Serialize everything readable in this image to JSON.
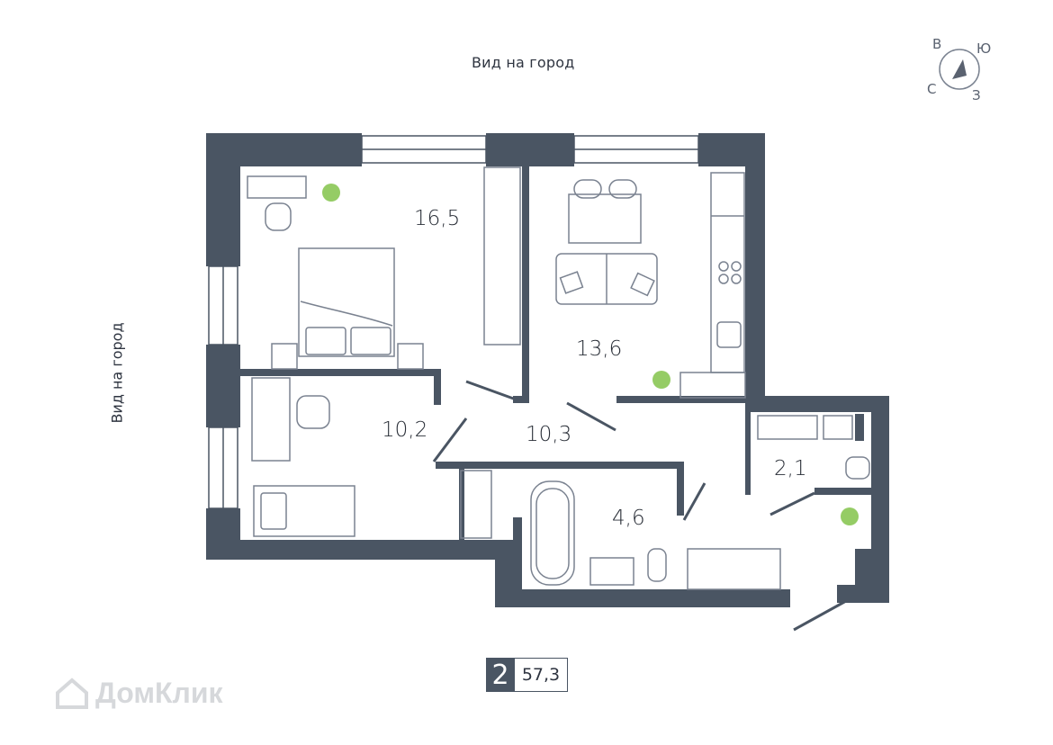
{
  "labels": {
    "view_top": "Вид на город",
    "view_left": "Вид на город"
  },
  "rooms": [
    {
      "id": "bedroom",
      "area": "16,5"
    },
    {
      "id": "living-kitchen",
      "area": "13,6"
    },
    {
      "id": "kids-room",
      "area": "10,2"
    },
    {
      "id": "hall",
      "area": "10,3"
    },
    {
      "id": "bathroom",
      "area": "4,6"
    },
    {
      "id": "wc",
      "area": "2,1"
    }
  ],
  "compass": {
    "north_label": "В",
    "east_label": "Ю",
    "south_label": "З",
    "west_label": "С"
  },
  "summary": {
    "rooms_count": "2",
    "total_area": "57,3"
  },
  "watermark": {
    "brand": "ДомКлик"
  },
  "colors": {
    "wall": "#4a5563",
    "furniture": "#7a8290",
    "plant": "#7bbf3e",
    "watermark": "#d6d8db"
  }
}
